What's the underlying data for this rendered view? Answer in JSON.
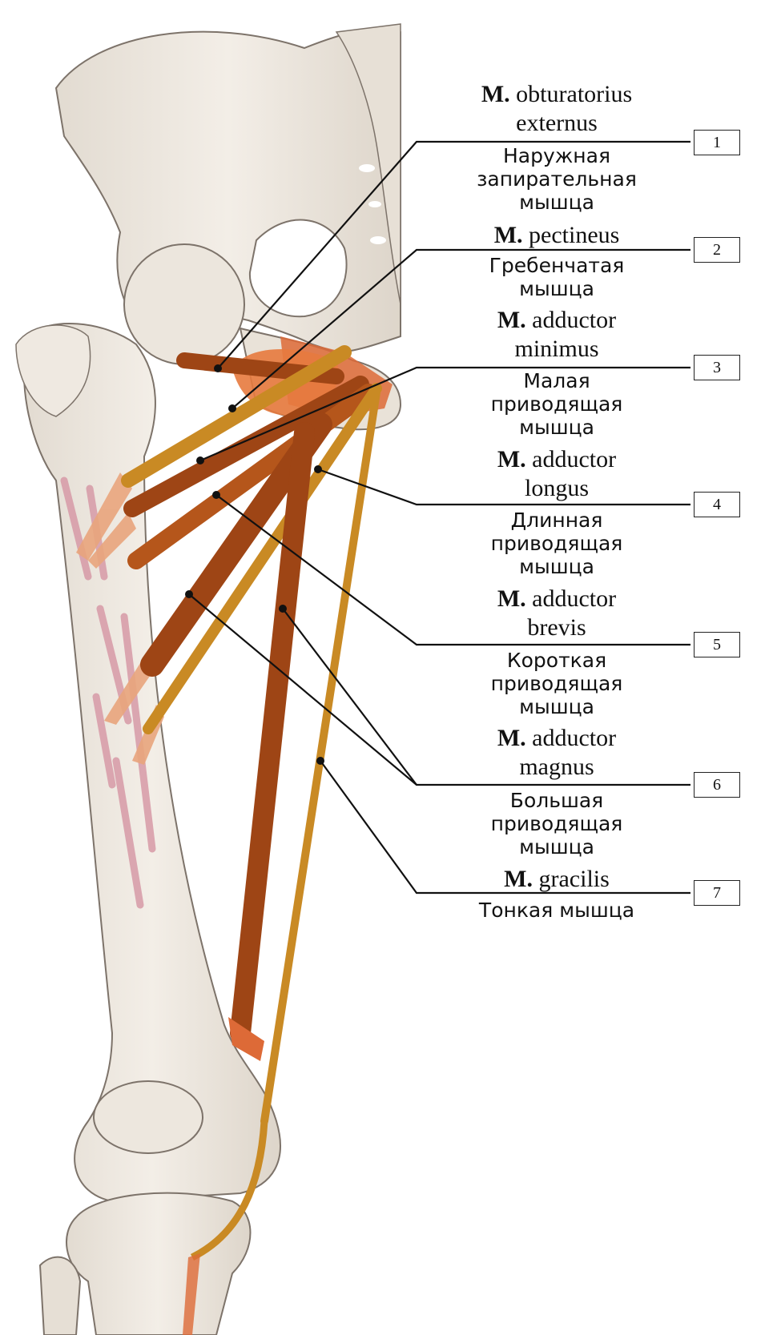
{
  "colors": {
    "bone": "#efe9e1",
    "bone_shadow": "#d9d1c6",
    "outline": "#7d736a",
    "muscle_dark": "#9e4515",
    "muscle_mid": "#b5561b",
    "muscle_gold": "#c98a24",
    "tendon": "#e9a57d",
    "attachment": "#dd6a37",
    "periosteum_pink": "#d79aa7",
    "leader_line": "#111111"
  },
  "labels": [
    {
      "number": "1",
      "latin_prefix": "M.",
      "latin_lines": [
        "obturatorius",
        "externus"
      ],
      "russian_lines": [
        "Наружная",
        "запирательная",
        "мышца"
      ]
    },
    {
      "number": "2",
      "latin_prefix": "M.",
      "latin_lines": [
        "pectineus"
      ],
      "russian_lines": [
        "Гребенчатая",
        "мышца"
      ]
    },
    {
      "number": "3",
      "latin_prefix": "M.",
      "latin_lines": [
        "adductor",
        "minimus"
      ],
      "russian_lines": [
        "Малая",
        "приводящая",
        "мышца"
      ]
    },
    {
      "number": "4",
      "latin_prefix": "M.",
      "latin_lines": [
        "adductor",
        "longus"
      ],
      "russian_lines": [
        "Длинная",
        "приводящая",
        "мышца"
      ]
    },
    {
      "number": "5",
      "latin_prefix": "M.",
      "latin_lines": [
        "adductor",
        "brevis"
      ],
      "russian_lines": [
        "Короткая",
        "приводящая",
        "мышца"
      ]
    },
    {
      "number": "6",
      "latin_prefix": "M.",
      "latin_lines": [
        "adductor",
        "magnus"
      ],
      "russian_lines": [
        "Большая",
        "приводящая",
        "мышца"
      ]
    },
    {
      "number": "7",
      "latin_prefix": "M.",
      "latin_lines": [
        "gracilis"
      ],
      "russian_lines": [
        "Тонкая мышца"
      ]
    }
  ]
}
